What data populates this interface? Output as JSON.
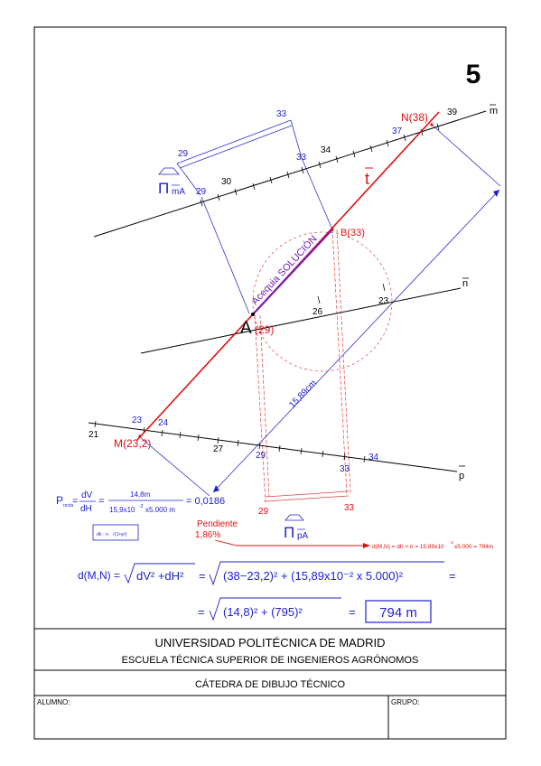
{
  "sheet": {
    "number": "5",
    "university": "UNIVERSIDAD POLITÉCNICA DE MADRID",
    "school": "ESCUELA TÉCNICA SUPERIOR DE INGENIEROS AGRÓNOMOS",
    "department": "CÁTEDRA DE DIBUJO TÉCNICO",
    "student_label": "ALUMNO:",
    "group_label": "GRUPO:"
  },
  "lines": {
    "m": "m",
    "n": "n",
    "p": "p",
    "t": "t"
  },
  "points": {
    "N": "N(38)",
    "B": "B(33)",
    "A": "A",
    "A_elev": "(29)",
    "M": "M(23,2)"
  },
  "elevations_m": [
    "29",
    "30",
    "33",
    "34",
    "37",
    "39"
  ],
  "elevations_n": [
    "26",
    "23"
  ],
  "elevations_p": [
    "21",
    "23",
    "24",
    "27",
    "29",
    "33",
    "34"
  ],
  "planes": {
    "pi_mA": "mA",
    "pi_pA": "pA",
    "plane_symbol": "Π",
    "mA_top_elev": "33",
    "mA_left_elev": "29",
    "pA_left_elev": "29",
    "pA_right_elev": "33"
  },
  "annotations": {
    "acequia": "Acequia SOLUCIÓN",
    "distance": "15,89cm",
    "pendiente_label": "Pendiente",
    "pendiente_value": "1,86%",
    "dmn_small": "d(M,N) = dh × n = 15,89x10",
    "dmn_small_exp": "-2",
    "dmn_small_tail": "x5.000 = 794m"
  },
  "formulas": {
    "slope_lhs": "P",
    "slope_sub": "recta",
    "slope_eq": "=",
    "slope_num": "dV",
    "slope_den": "dH",
    "slope_num2": "14,8m",
    "slope_den2": "15,9x10",
    "slope_den2_exp": "-2",
    "slope_den2_tail": "x5.000 m",
    "slope_result": "= 0,0186",
    "small_box": "dh · n · √(1+p²)",
    "line1_lhs": "d(M,N) =",
    "line1_root1": "dV² +dH²",
    "line1_eq1": "=",
    "line1_root2": "(38−23,2)² + (15,89x10⁻² x 5.000)²",
    "line1_eq2": "=",
    "line2_eq": "=",
    "line2_root": "(14,8)² + (795)²",
    "line2_eq2": "=",
    "result": "794 m"
  }
}
